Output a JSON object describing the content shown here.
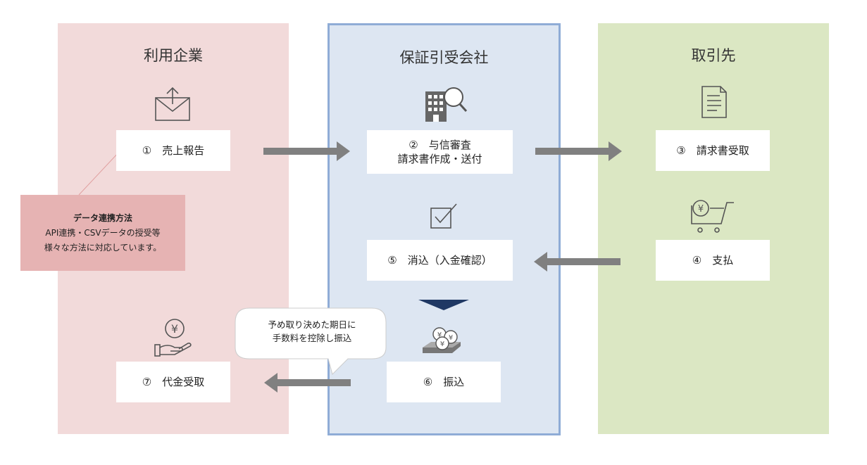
{
  "colors": {
    "user_lane": "#f2dada",
    "guarantor_lane": "#dde6f2",
    "guarantor_border": "#8facd6",
    "partner_lane": "#dbe7c3",
    "callout_bg": "#e6b3b3",
    "arrow_gray": "#808080",
    "down_arrow": "#1f3864",
    "icon_stroke": "#555555"
  },
  "lanes": {
    "user": {
      "title": "利用企業"
    },
    "guarantor": {
      "title": "保証引受会社"
    },
    "partner": {
      "title": "取引先"
    }
  },
  "steps": {
    "s1": {
      "lines": [
        "①　売上報告"
      ],
      "icon": "upload-envelope-icon"
    },
    "s2": {
      "lines": [
        "②　与信審査",
        "請求書作成・送付"
      ],
      "icon": "building-magnifier-icon"
    },
    "s3": {
      "lines": [
        "③　請求書受取"
      ],
      "icon": "document-icon"
    },
    "s4": {
      "lines": [
        "④　支払"
      ],
      "icon": "yen-cart-icon"
    },
    "s5": {
      "lines": [
        "⑤　消込（入金確認）"
      ],
      "icon": "checkbox-icon"
    },
    "s6": {
      "lines": [
        "⑥　振込"
      ],
      "icon": "coins-tray-icon"
    },
    "s7": {
      "lines": [
        "⑦　代金受取"
      ],
      "icon": "yen-hand-icon"
    }
  },
  "callout": {
    "title": "データ連携方法",
    "lines": [
      "API連携・CSVデータの授受等",
      "様々な方法に対応しています。"
    ]
  },
  "bubble": {
    "lines": [
      "予め取り決めた期日に",
      "手数料を控除し振込"
    ]
  }
}
